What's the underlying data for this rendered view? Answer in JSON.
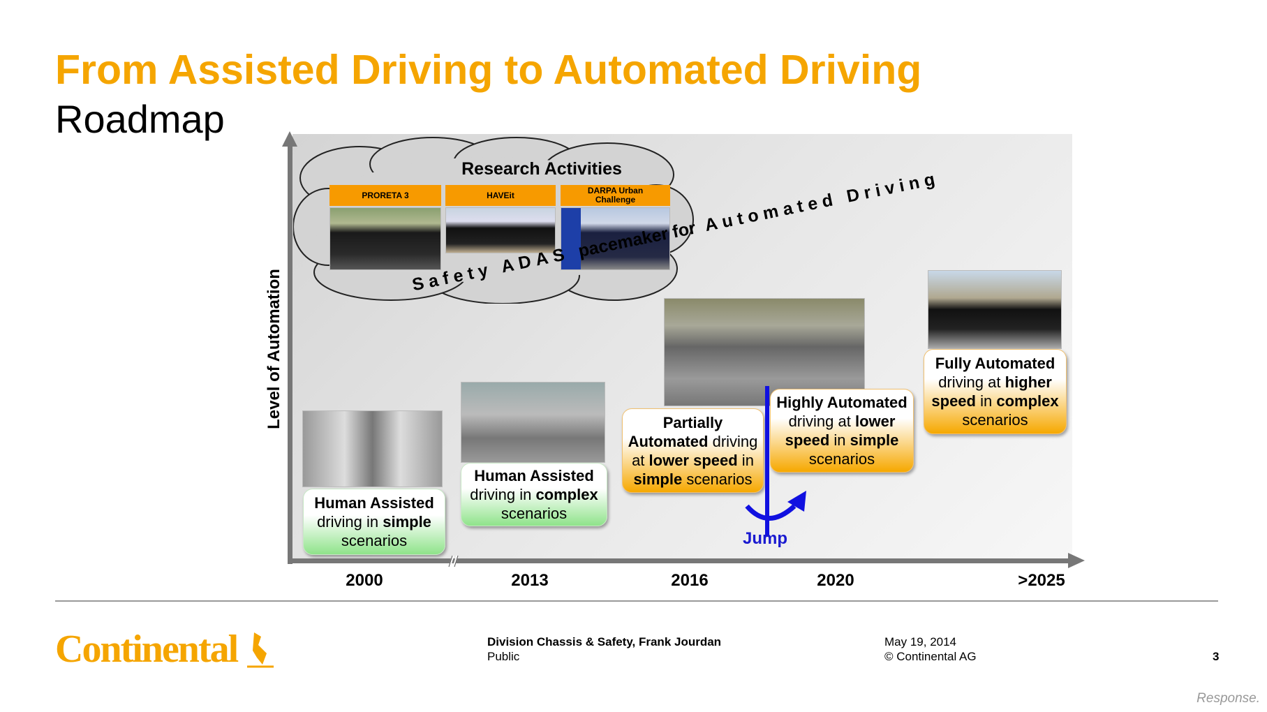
{
  "header": {
    "title": "From Assisted Driving to Automated Driving",
    "subtitle": "Roadmap"
  },
  "colors": {
    "accent": "#f5a500",
    "jump": "#1010e0",
    "green": "#8fe38a",
    "orange": "#f6a800"
  },
  "axis": {
    "y_label": "Level of Automation",
    "years": [
      "2000",
      "2013",
      "2016",
      "2020",
      ">2025"
    ]
  },
  "research": {
    "title": "Research Activities",
    "projects": [
      {
        "label": "PRORETA 3"
      },
      {
        "label": "HAVEit"
      },
      {
        "label": "DARPA Urban Challenge"
      }
    ]
  },
  "diagonal": {
    "part1": "Safety ADAS",
    "part2": "pacemaker for",
    "part3": "Automated Driving"
  },
  "stages": [
    {
      "segments": [
        {
          "t": "Human Assisted",
          "b": true
        },
        {
          "t": " driving in ",
          "b": false
        },
        {
          "t": "simple",
          "b": true
        },
        {
          "t": " scenarios",
          "b": false
        }
      ]
    },
    {
      "segments": [
        {
          "t": "Human Assisted",
          "b": true
        },
        {
          "t": " driving in ",
          "b": false
        },
        {
          "t": "complex",
          "b": true
        },
        {
          "t": " scenarios",
          "b": false
        }
      ]
    },
    {
      "segments": [
        {
          "t": "Partially Automated",
          "b": true
        },
        {
          "t": " driving at ",
          "b": false
        },
        {
          "t": "lower speed",
          "b": true
        },
        {
          "t": " in ",
          "b": false
        },
        {
          "t": "simple",
          "b": true
        },
        {
          "t": " scenarios",
          "b": false
        }
      ]
    },
    {
      "segments": [
        {
          "t": "Highly Automated",
          "b": true
        },
        {
          "t": " driving at ",
          "b": false
        },
        {
          "t": "lower speed",
          "b": true
        },
        {
          "t": " in ",
          "b": false
        },
        {
          "t": "simple",
          "b": true
        },
        {
          "t": " scenarios",
          "b": false
        }
      ]
    },
    {
      "segments": [
        {
          "t": "Fully Automated",
          "b": true
        },
        {
          "t": " driving at ",
          "b": false
        },
        {
          "t": "higher speed",
          "b": true
        },
        {
          "t": " in ",
          "b": false
        },
        {
          "t": "complex",
          "b": true
        },
        {
          "t": " scenarios",
          "b": false
        }
      ]
    }
  ],
  "jump": {
    "label": "Jump"
  },
  "footer": {
    "logo": "Continental",
    "division": "Division Chassis & Safety, Frank Jourdan",
    "classification": "Public",
    "date": "May 19, 2014",
    "copyright": "© Continental AG",
    "page": "3"
  },
  "watermark": "Response."
}
